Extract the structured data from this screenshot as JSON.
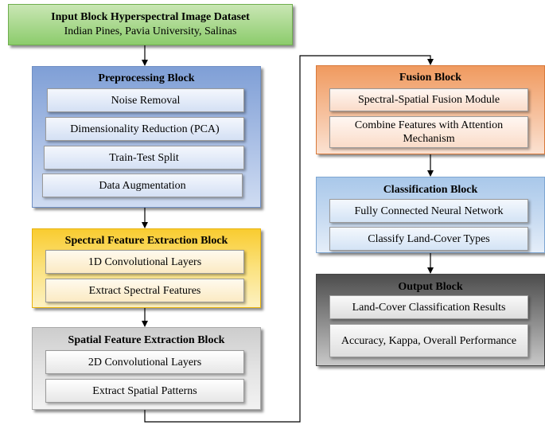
{
  "input_block": {
    "title": "Input Block Hyperspectral Image Dataset",
    "subtitle": "Indian Pines, Pavia University, Salinas"
  },
  "preprocessing": {
    "title": "Preprocessing Block",
    "items": [
      "Noise Removal",
      "Dimensionality Reduction (PCA)",
      "Train-Test Split",
      "Data Augmentation"
    ]
  },
  "spectral": {
    "title": "Spectral Feature Extraction Block",
    "items": [
      "1D Convolutional Layers",
      "Extract Spectral Features"
    ]
  },
  "spatial": {
    "title": "Spatial Feature Extraction Block",
    "items": [
      "2D Convolutional Layers",
      "Extract Spatial Patterns"
    ]
  },
  "fusion": {
    "title": "Fusion Block",
    "items": [
      "Spectral-Spatial Fusion Module",
      "Combine Features with Attention Mechanism"
    ]
  },
  "classification": {
    "title": "Classification Block",
    "items": [
      "Fully Connected Neural Network",
      "Classify Land-Cover Types"
    ]
  },
  "output": {
    "title": "Output Block",
    "items": [
      "Land-Cover Classification Results",
      "Accuracy, Kappa, Overall Performance"
    ]
  }
}
